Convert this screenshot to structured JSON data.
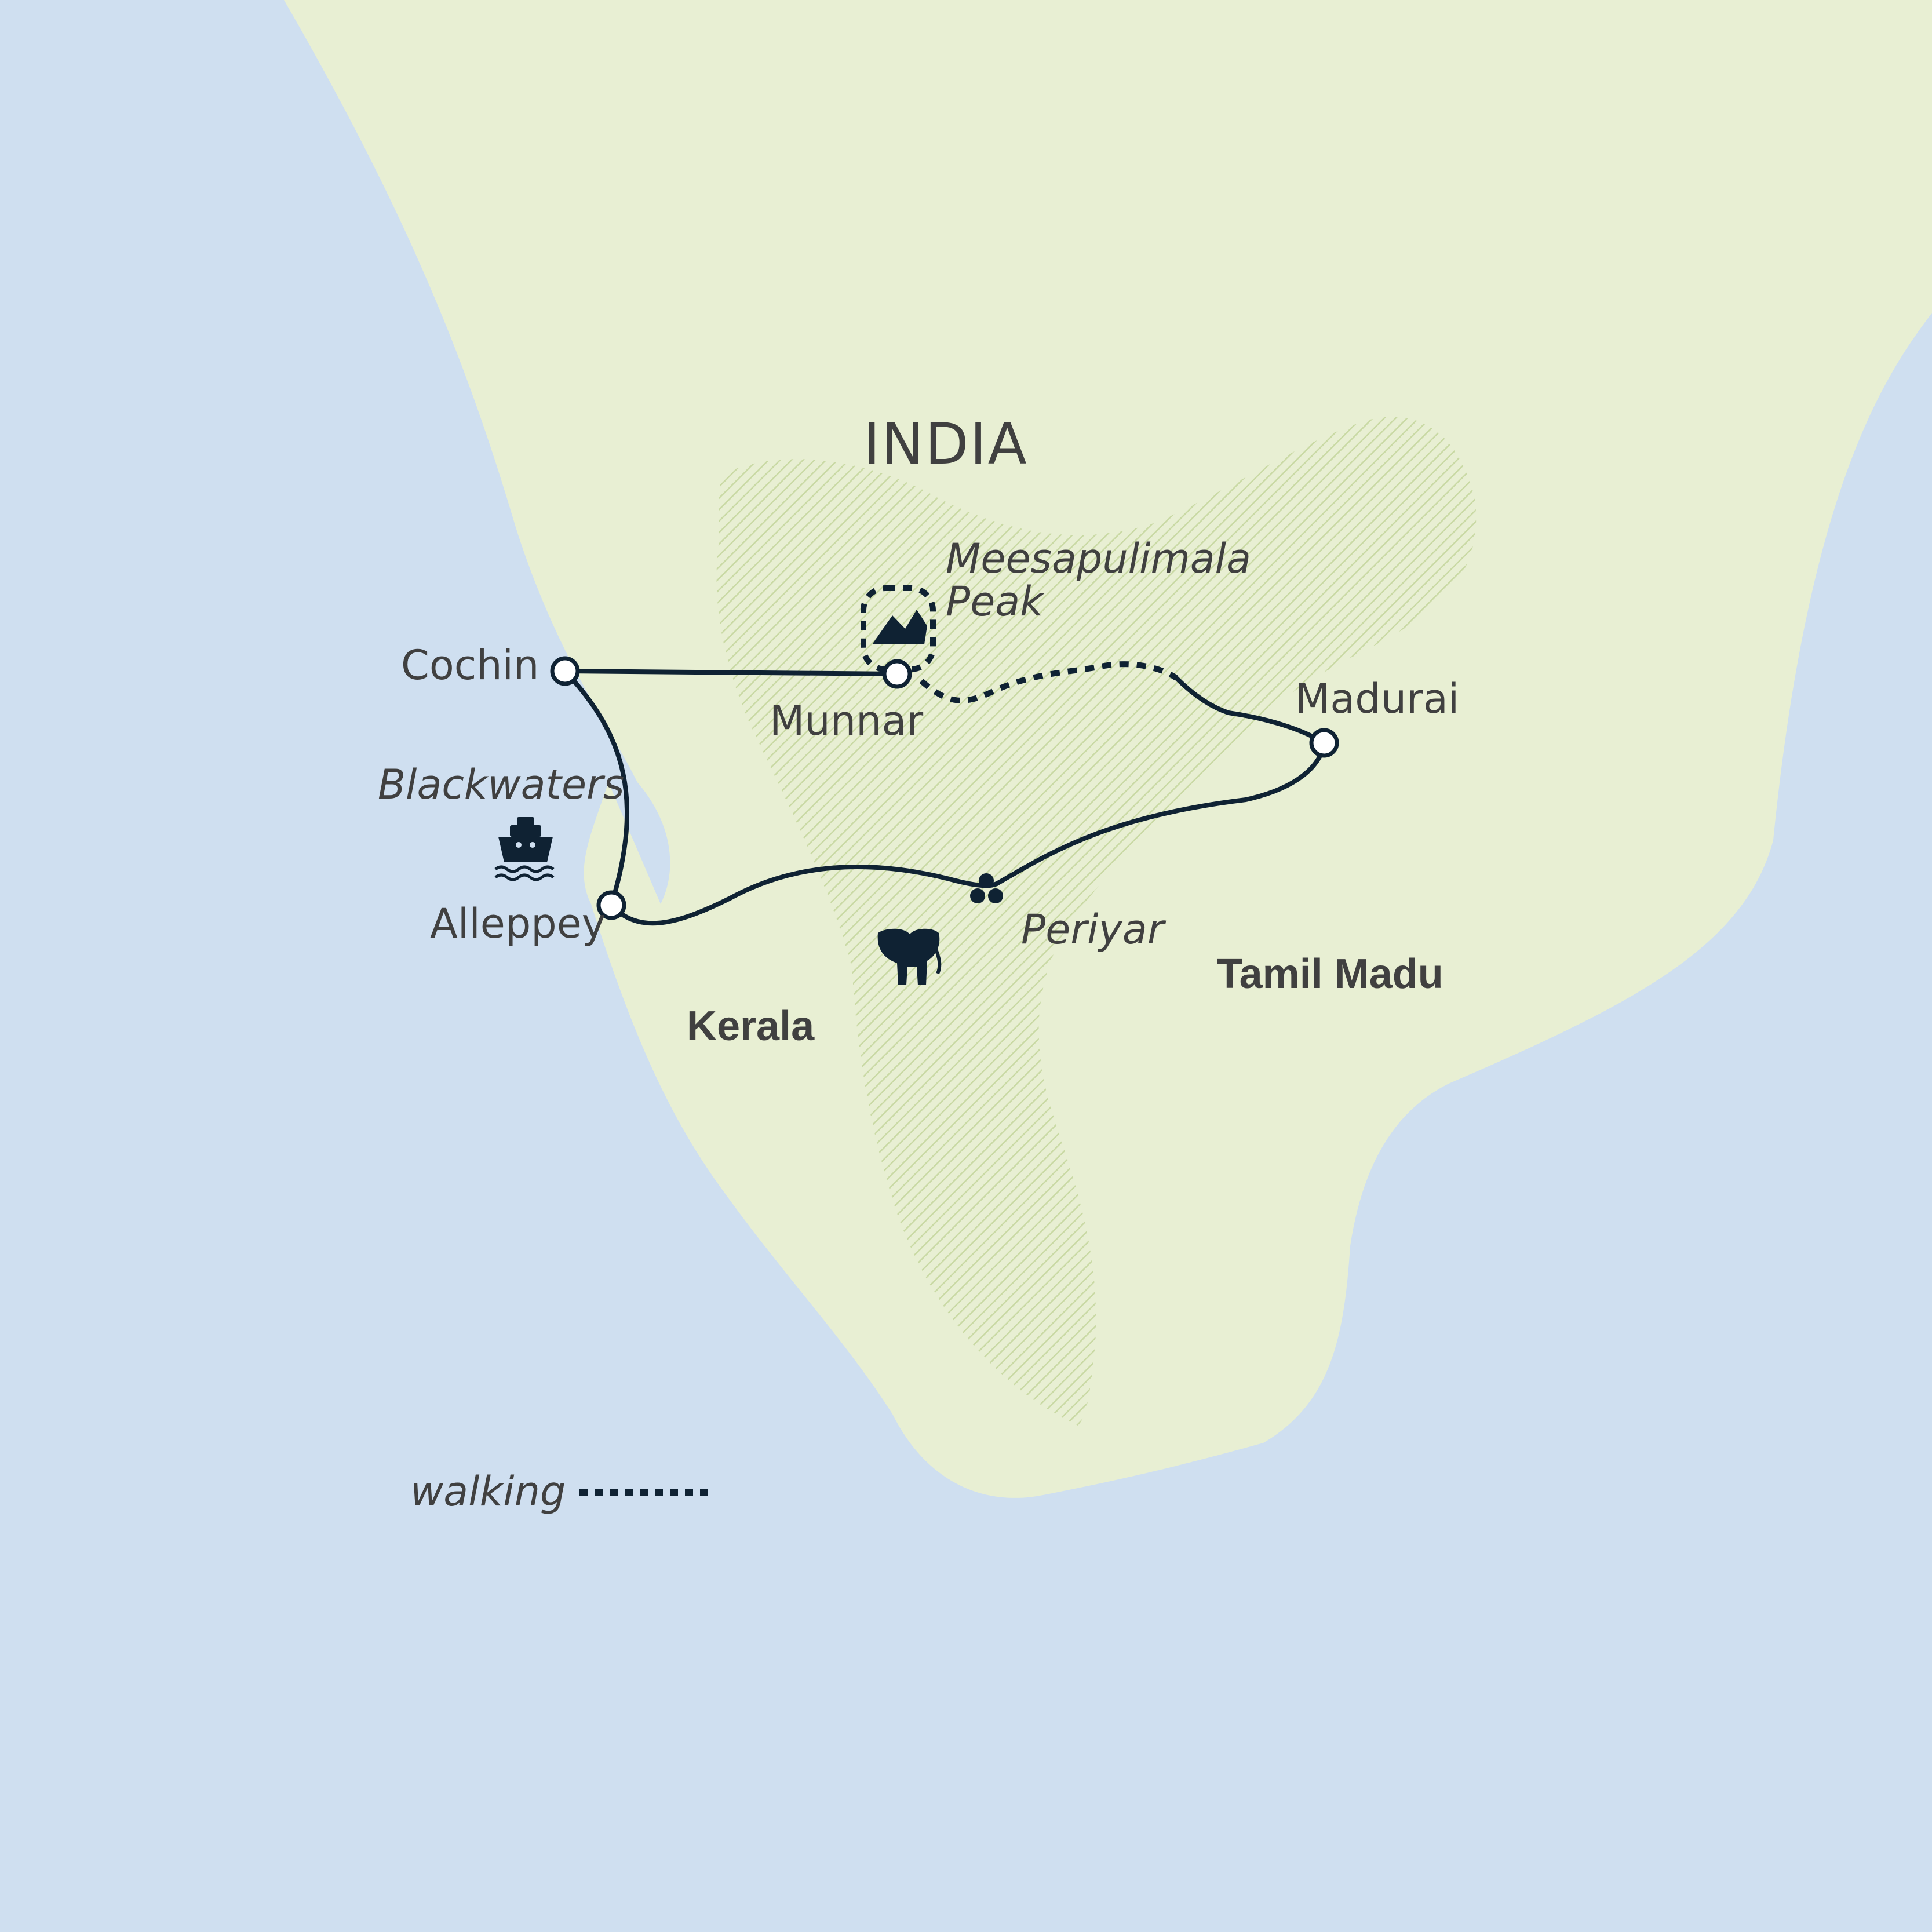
{
  "map": {
    "country_label": "INDIA",
    "regions": {
      "kerala": "Kerala",
      "tamil": "Tamil Madu"
    },
    "places": {
      "cochin": "Cochin",
      "munnar": "Munnar",
      "madurai": "Madurai",
      "alleppey": "Alleppey",
      "periyar": "Periyar",
      "blackwaters": "Blackwaters",
      "peak_line1": "Meesapulimala",
      "peak_line2": "Peak"
    },
    "icons": [
      "boat-icon",
      "mountain-icon",
      "elephant-icon",
      "wildlife-dots-icon"
    ],
    "legend": {
      "walking_label": "walking"
    },
    "colors": {
      "sea": "#cfdff0",
      "land": "#e8efd3",
      "hills": "#c9d9a4",
      "route": "#0f2233",
      "text": "#404040"
    }
  }
}
